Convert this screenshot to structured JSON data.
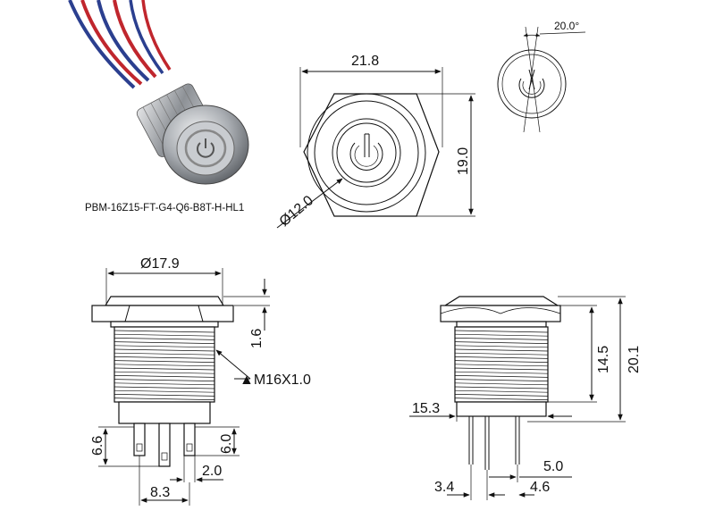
{
  "product_code": "PBM-16Z15-FT-G4-Q6-B8T-H-HL1",
  "front_view": {
    "width": "21.8",
    "height": "19.0",
    "ring_diameter": "Ø12.0"
  },
  "symbol_detail": {
    "angle": "20.0°"
  },
  "side_view_left": {
    "diameter": "Ø17.9",
    "nut_height": "1.6",
    "thread": "▲M16X1.0",
    "left_pin": "6.6",
    "right_pin": "6.0",
    "pin_spacing_a": "2.0",
    "pin_spacing_b": "8.3"
  },
  "side_view_right": {
    "body_length": "14.5",
    "total_length": "20.1",
    "body_width": "15.3",
    "pin_a": "5.0",
    "pin_b": "3.4",
    "pin_c": "4.6"
  },
  "colors": {
    "line": "#111111",
    "wire_red": "#c0262d",
    "wire_blue": "#2b3f8f",
    "metal": "#b9bcc0"
  }
}
